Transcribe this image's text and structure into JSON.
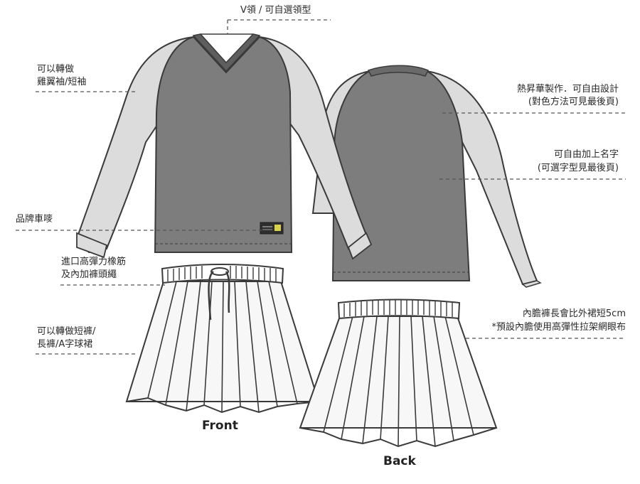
{
  "colors": {
    "body_dark": "#7d7d7d",
    "sleeve_light": "#dcdcdc",
    "skirt_fill": "#f7f7f7",
    "outline": "#3a3a3a",
    "leader_line": "#555555"
  },
  "labels": {
    "collar": "V領 / 可自選領型",
    "sleeve_line1": "可以轉做",
    "sleeve_line2": "雞翼袖/短袖",
    "brand_patch": "品牌車嘜",
    "waist_line1": "進口高彈力橡筋",
    "waist_line2": "及內加褲頭繩",
    "skirt_type_line1": "可以轉做短褲/",
    "skirt_type_line2": "長褲/A字球裙",
    "sublimation_line1": "熱昇華製作．可自由設計",
    "sublimation_line2": "(對色方法可見最後頁)",
    "name_line1": "可自由加上名字",
    "name_line2": "(可選字型見最後頁)",
    "inner_shorts_line1": "內膽褲長會比外裙短5cm",
    "inner_shorts_line2": "*預設內膽使用高彈性拉架網眼布"
  },
  "views": {
    "front": "Front",
    "back": "Back"
  }
}
